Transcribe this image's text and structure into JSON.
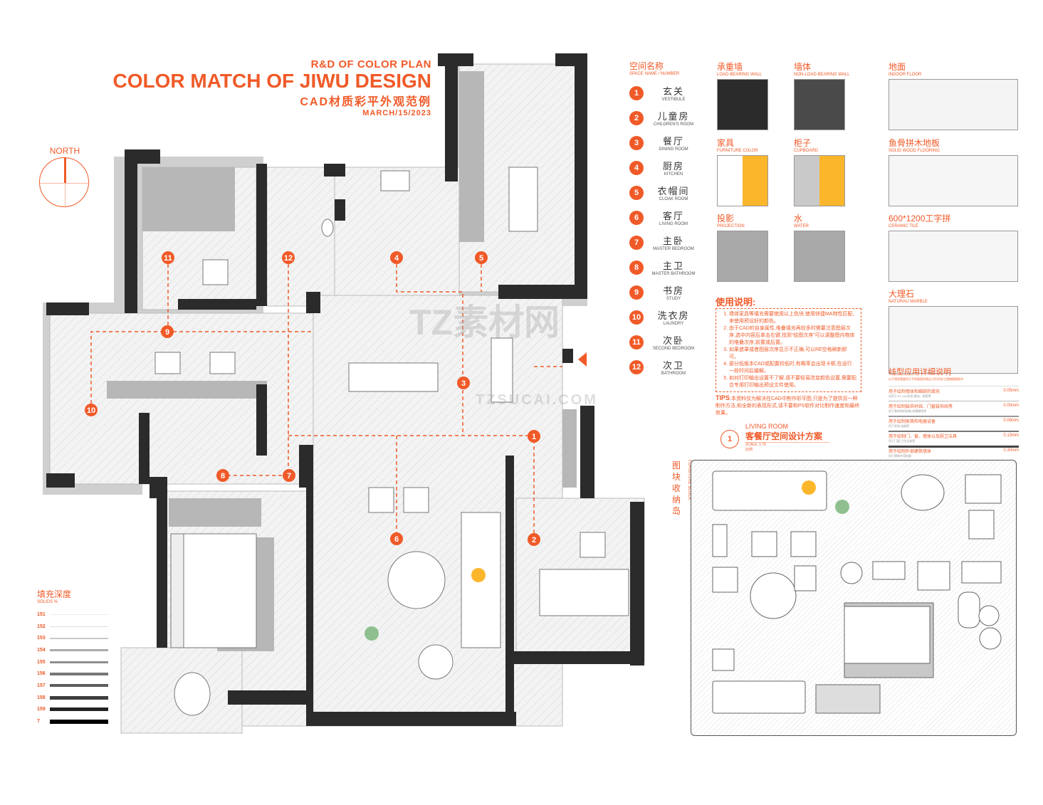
{
  "title": {
    "line1": "R&D OF COLOR PLAN",
    "line2": "COLOR MATCH OF JIWU DESIGN",
    "line3": "CAD材质彩平外观范例",
    "date": "MARCH/15/2023"
  },
  "north": "NORTH",
  "legend": {
    "title": "空间名称",
    "subtitle": "SPACE NAME / NUMBER",
    "items": [
      {
        "n": "1",
        "cn": "玄关",
        "en": "VESTIBULE"
      },
      {
        "n": "2",
        "cn": "儿童房",
        "en": "CHILDREN'S ROOM"
      },
      {
        "n": "3",
        "cn": "餐厅",
        "en": "DINING ROOM"
      },
      {
        "n": "4",
        "cn": "厨房",
        "en": "KITCHEN"
      },
      {
        "n": "5",
        "cn": "衣帽间",
        "en": "CLOAK ROOM"
      },
      {
        "n": "6",
        "cn": "客厅",
        "en": "LIVING ROOM"
      },
      {
        "n": "7",
        "cn": "主卧",
        "en": "MASTER BEDROOM"
      },
      {
        "n": "8",
        "cn": "主卫",
        "en": "MASTER BATHROOM"
      },
      {
        "n": "9",
        "cn": "书房",
        "en": "STUDY"
      },
      {
        "n": "10",
        "cn": "洗衣房",
        "en": "LAUNDRY"
      },
      {
        "n": "11",
        "cn": "次卧",
        "en": "SECOND BEDROOM"
      },
      {
        "n": "12",
        "cn": "次卫",
        "en": "BATHROOM"
      }
    ]
  },
  "swatches": [
    {
      "cn": "承重墙",
      "en": "LOAD-BEARING WALL",
      "colors": [
        "#2b2b2b"
      ]
    },
    {
      "cn": "墙体",
      "en": "NON-LOAD-BEARING WALL",
      "colors": [
        "#4a4a4a"
      ]
    },
    {
      "cn": "地面",
      "en": "INDOOR FLOOR",
      "colors": [
        "#f4f4f4"
      ]
    },
    {
      "cn": "家具",
      "en": "FURNITURE COLOR",
      "colors": [
        "#ffffff",
        "#fbb62b"
      ]
    },
    {
      "cn": "柜子",
      "en": "CUPBOARD",
      "colors": [
        "#c9c9c9",
        "#fbb62b"
      ]
    },
    {
      "cn": "鱼骨拼木地板",
      "en": "SOLID WOOD FLOORING",
      "colors": [
        "#f6f6f6"
      ]
    },
    {
      "cn": "投影",
      "en": "PROJECTION",
      "colors": [
        "#a9a9a9"
      ]
    },
    {
      "cn": "水",
      "en": "WATER",
      "colors": [
        "#a9a9a9"
      ]
    },
    {
      "cn": "600*1200工字拼",
      "en": "CERAMIC TILE",
      "colors": [
        "#f6f6f6"
      ]
    },
    {
      "cn": "大理石",
      "en": "NATURAU MARBLE",
      "colors": [
        "#f6f6f6"
      ]
    }
  ],
  "usage": {
    "title": "使用说明:",
    "items": [
      "墙体家具等填充需要使用以上色块,使用快捷MA特性匹配,来使用预设好的颜色。",
      "由于CAD的自身属性,堆叠填充再较多时需要注意图层次序,选中内容后单击右键,找到“绘图次序”可以调整图内物体的堆叠次序,前置或后置。",
      "如果遮罩或者图层次序显示不正确,可以RE空格刷新即可。",
      "部分低版本CAD或配置较低时,有概率会出现卡顿,在运行一段时间后缓解。",
      "如对打印输出设置不了解,请不要轻易改变颜色设置,需要配合专用打印输出预设文件使用。"
    ],
    "tips_label": "TIPS",
    "tips": ":本资料仅为解决在CAD中制作彩平图,只是为了提供另一种制作方法,和全新的表现形式,请不要和PS软件对比制作速度和最终效果。"
  },
  "scheme": {
    "num": "1",
    "en": "LIVING ROOM",
    "cn": "客餐厅空间设计方案",
    "scale": "SCALE: 1:70",
    "scale2": "比例"
  },
  "lines": {
    "title": "线型应用详细说明",
    "subtitle": "以下线型宽度用于不同类型的表达,可打印在工程制图图纸中",
    "items": [
      {
        "a": "用于绘制墙体和细部的填充",
        "b": "适用于1/1-1/50比例,填充、图案等",
        "v": "0.05mm",
        "w": 1,
        "c": "#ddd"
      },
      {
        "a": "用于绘制装饰衬线、门窗装饰线等",
        "b": "用于装饰线的绘制,如踢脚线等",
        "v": "0.00mm",
        "w": 1,
        "c": "#bbb"
      },
      {
        "a": "用于绘制家具和电器设备",
        "b": "用于家具,电器等",
        "v": "0.09mm",
        "w": 2,
        "c": "#999"
      },
      {
        "a": "用于绘制门、窗、墙体以及厨卫洁具",
        "b": "用于门窗,卫生洁具等",
        "v": "0.13mm",
        "w": 2,
        "c": "#777"
      },
      {
        "a": "用于绘制外部建筑墙体",
        "b": "用于建筑外墙轮廓",
        "v": "0.30mm",
        "w": 3,
        "c": "#444"
      }
    ]
  },
  "fill": {
    "title": "填充深度",
    "subtitle": "SOLIDS %",
    "rows": [
      {
        "k": "151",
        "c": "#eeeeee",
        "h": 1
      },
      {
        "k": "152",
        "c": "#dddddd",
        "h": 1
      },
      {
        "k": "153",
        "c": "#c8c8c8",
        "h": 2
      },
      {
        "k": "154",
        "c": "#aaaaaa",
        "h": 3
      },
      {
        "k": "155",
        "c": "#8f8f8f",
        "h": 3
      },
      {
        "k": "156",
        "c": "#777777",
        "h": 4
      },
      {
        "k": "157",
        "c": "#5c5c5c",
        "h": 4
      },
      {
        "k": "158",
        "c": "#3d3d3d",
        "h": 5
      },
      {
        "k": "159",
        "c": "#222222",
        "h": 5
      },
      {
        "k": "7",
        "c": "#000000",
        "h": 6
      }
    ]
  },
  "block": {
    "title": "图块收纳岛",
    "en": "FURNITURE BLOCK"
  },
  "watermark": {
    "a": "TZ素材网",
    "b": "TZSUCAI.COM"
  },
  "colors": {
    "accent": "#f05a28",
    "wall": "#2b2b2b",
    "floor": "#f2f2f2",
    "furniture": "#fbb62b"
  }
}
